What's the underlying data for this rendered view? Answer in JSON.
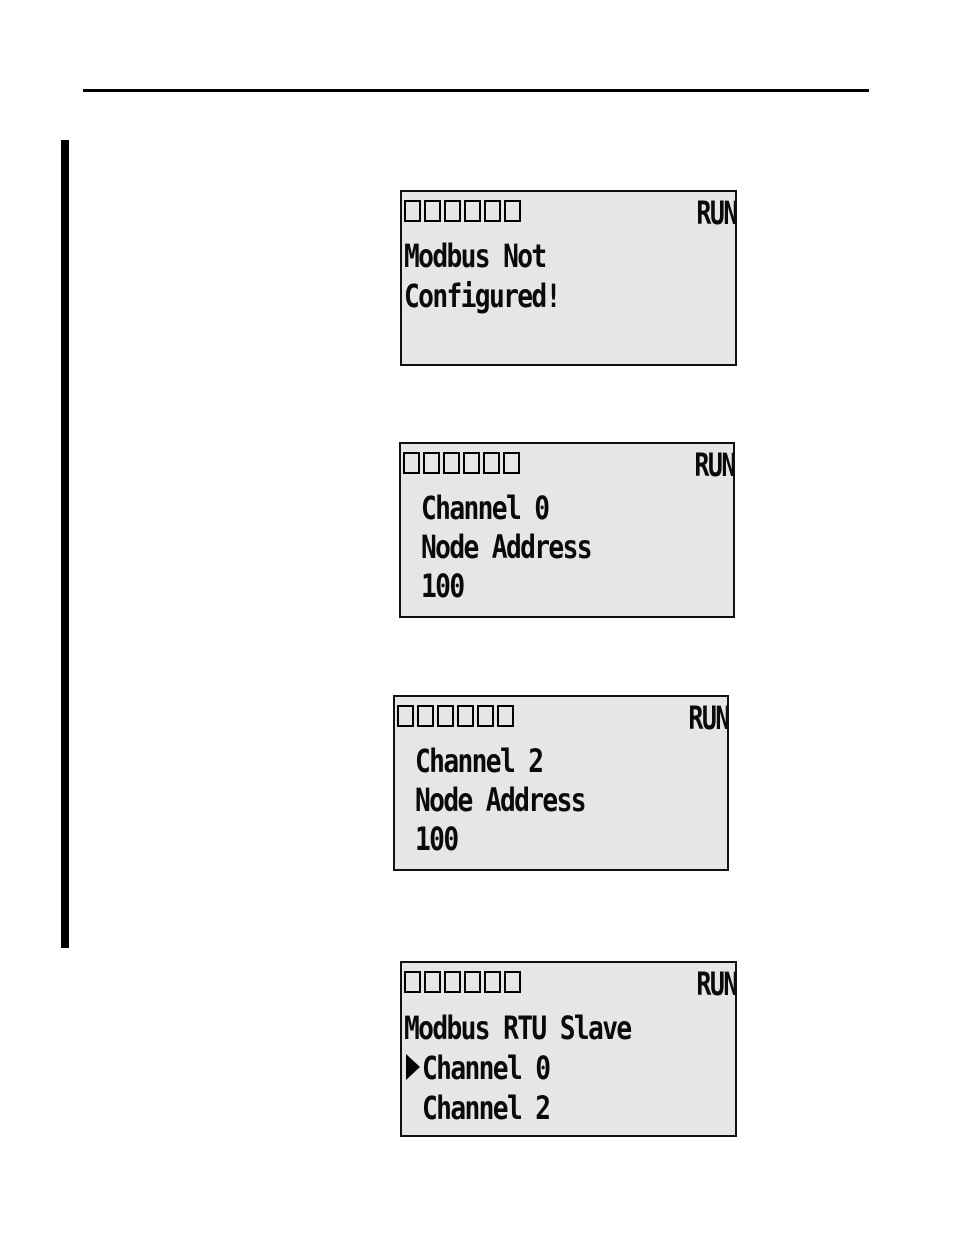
{
  "screens": [
    {
      "status": {
        "run_label": "RUN"
      },
      "lines": [
        "Modbus Not",
        "Configured!"
      ]
    },
    {
      "status": {
        "run_label": "RUN"
      },
      "lines": [
        "Channel 0",
        "Node Address",
        "100"
      ]
    },
    {
      "status": {
        "run_label": "RUN"
      },
      "lines": [
        "Channel 2",
        "Node Address",
        "100"
      ]
    },
    {
      "status": {
        "run_label": "RUN"
      },
      "lines": [
        "Modbus RTU Slave",
        "Channel 0",
        "Channel 2"
      ],
      "selected_index": 1
    }
  ]
}
